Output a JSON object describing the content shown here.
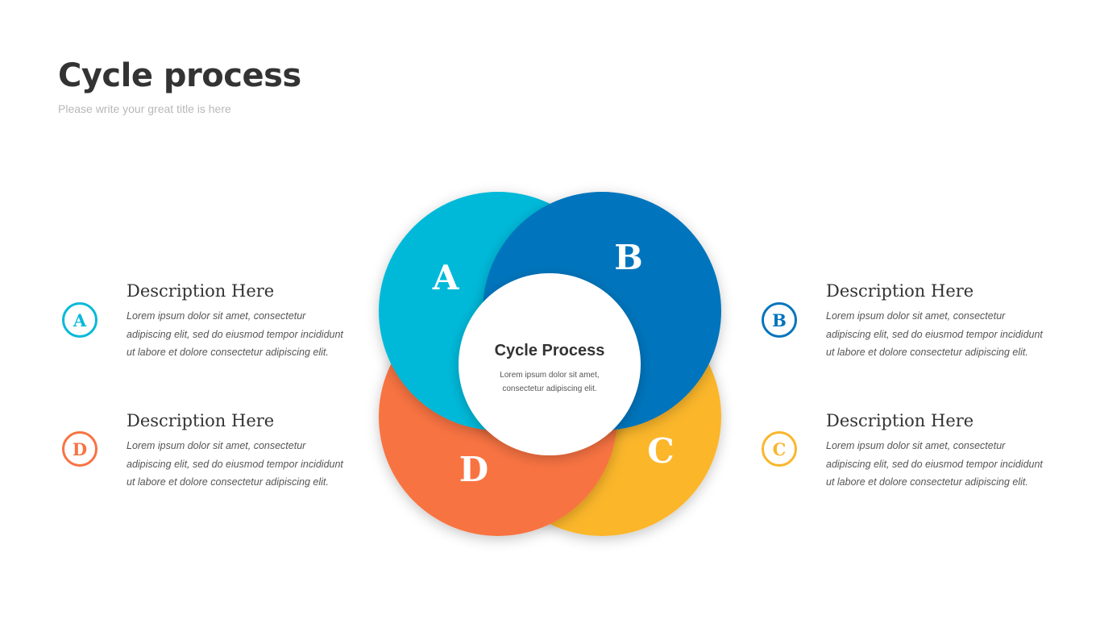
{
  "header": {
    "title": "Cycle process",
    "subtitle": "Please write your great title is here"
  },
  "center": {
    "title": "Cycle Process",
    "body": "Lorem ipsum dolor sit amet, consectetur adipiscing elit."
  },
  "colors": {
    "a": "#05b9d9",
    "b": "#0274bd",
    "c": "#fbb62b",
    "d": "#f87342"
  },
  "segments": [
    {
      "letter": "A",
      "heading": "Description Here",
      "body": "Lorem ipsum dolor sit amet, consectetur adipiscing elit, sed do eiusmod tempor incididunt ut labore et dolore consectetur adipiscing elit."
    },
    {
      "letter": "B",
      "heading": "Description Here",
      "body": "Lorem ipsum dolor sit amet, consectetur adipiscing elit, sed do eiusmod tempor incididunt ut labore et dolore consectetur adipiscing elit."
    },
    {
      "letter": "C",
      "heading": "Description Here",
      "body": "Lorem ipsum dolor sit amet, consectetur adipiscing elit, sed do eiusmod tempor incididunt ut labore et dolore consectetur adipiscing elit."
    },
    {
      "letter": "D",
      "heading": "Description Here",
      "body": "Lorem ipsum dolor sit amet, consectetur adipiscing elit, sed do eiusmod tempor incididunt ut labore et dolore consectetur adipiscing elit."
    }
  ]
}
